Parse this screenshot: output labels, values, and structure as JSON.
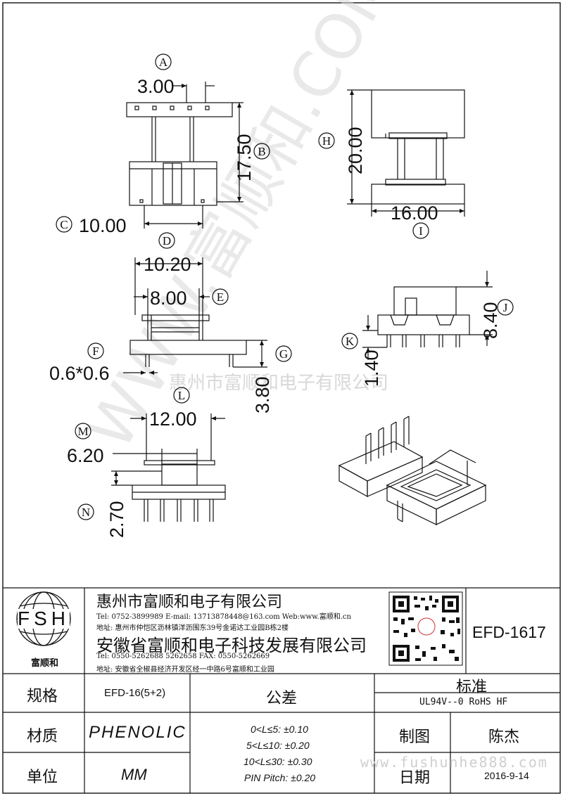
{
  "watermark": {
    "text": "WWW.富顺和.COM",
    "center_line": "惠州市富顺和电子有限公司",
    "footer_url": "www.fushunhe888.com"
  },
  "labels": {
    "A": "A",
    "B": "B",
    "C": "C",
    "D": "D",
    "E": "E",
    "F": "F",
    "G": "G",
    "H": "H",
    "I": "I",
    "J": "J",
    "K": "K",
    "L": "L",
    "M": "M",
    "N": "N"
  },
  "dims": {
    "A": "3.00",
    "B": "17.50",
    "C": "10.00",
    "D": "10.20",
    "E": "8.00",
    "F": "0.6*0.6",
    "G": "3.80",
    "H": "20.00",
    "I": "16.00",
    "J": "8.40",
    "K": "1.40",
    "L": "12.00",
    "M": "6.20",
    "N": "2.70"
  },
  "company": {
    "logo_text": "FSH",
    "logo_caption": "富顺和",
    "name1": "惠州市富顺和电子有限公司",
    "contact1": "Tel: 0752-3899989  E-mail: 13713878448@163.com  Web:www.富顺和.cn",
    "address1": "地址: 惠州市仲恺区沥林镇洋沥围东39号金诺达工业园B栋2楼",
    "name2": "安徽省富顺和电子科技发展有限公司",
    "contact2": "Tel: 0550-5262688  5262658     FAX: 0550-5262669",
    "address2": "地址: 安徽省全椒县经济开发区经一中路6号富顺和工业园"
  },
  "part_no": "EFD-1617",
  "table": {
    "spec_label": "规格",
    "spec_value": "EFD-16(5+2)",
    "material_label": "材质",
    "material_value": "PHENOLIC",
    "unit_label": "单位",
    "unit_value": "MM",
    "tolerance_label": "公差",
    "tolerances": [
      "0<L≤5: ±0.10",
      "5<L≤10: ±0.20",
      "10<L≤30: ±0.30",
      "PIN Pitch: ±0.20"
    ],
    "standard_label": "标准",
    "standard_value": "UL94V--0  RoHS HF",
    "drawn_label": "制图",
    "drawn_value": "陈杰",
    "date_label": "日期",
    "date_value": "2016-9-14"
  }
}
